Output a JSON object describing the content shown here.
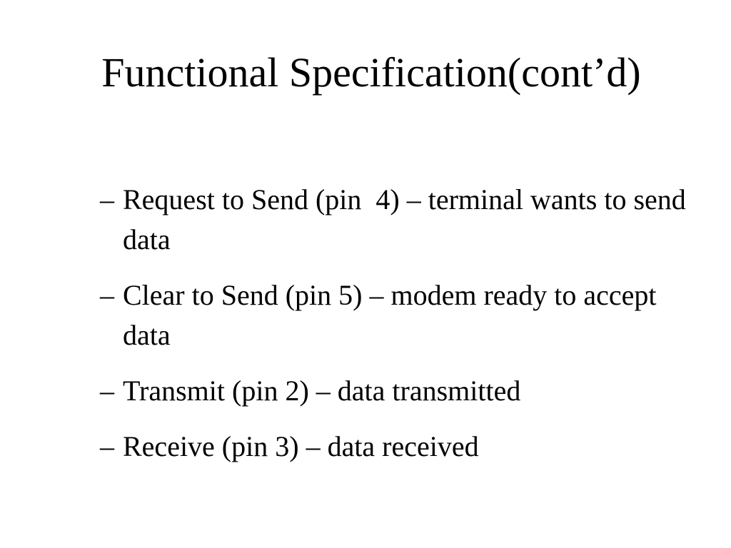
{
  "slide": {
    "title": "Functional Specification(cont’d)",
    "bullet_marker": "–",
    "bullets": [
      {
        "text": "Request to Send (pin  4) – terminal wants to send data"
      },
      {
        "text": "Clear to Send (pin 5) – modem ready to accept data"
      },
      {
        "text": "Transmit (pin 2) – data transmitted"
      },
      {
        "text": "Receive (pin 3) – data received"
      }
    ]
  },
  "colors": {
    "background": "#ffffff",
    "text": "#000000"
  }
}
